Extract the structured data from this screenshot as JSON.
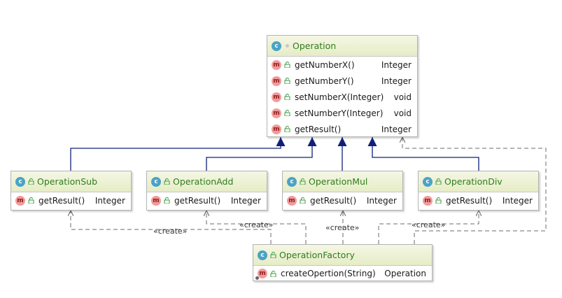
{
  "classes": {
    "operation": {
      "name": "Operation",
      "methods": [
        {
          "name": "getNumberX()",
          "type": "Integer"
        },
        {
          "name": "getNumberY()",
          "type": "Integer"
        },
        {
          "name": "setNumberX(Integer)",
          "type": "void"
        },
        {
          "name": "setNumberY(Integer)",
          "type": "void"
        },
        {
          "name": "getResult()",
          "type": "Integer"
        }
      ]
    },
    "sub": {
      "name": "OperationSub",
      "methods": [
        {
          "name": "getResult()",
          "type": "Integer"
        }
      ]
    },
    "add": {
      "name": "OperationAdd",
      "methods": [
        {
          "name": "getResult()",
          "type": "Integer"
        }
      ]
    },
    "mul": {
      "name": "OperationMul",
      "methods": [
        {
          "name": "getResult()",
          "type": "Integer"
        }
      ]
    },
    "div": {
      "name": "OperationDiv",
      "methods": [
        {
          "name": "getResult()",
          "type": "Integer"
        }
      ]
    },
    "factory": {
      "name": "OperationFactory",
      "methods": [
        {
          "name": "createOpertion(String)",
          "type": "Operation"
        }
      ]
    }
  },
  "badges": {
    "class_letter": "c",
    "method_letter": "m"
  },
  "edge_labels": {
    "create_sub": "«create»",
    "create_add": "«create»",
    "create_mul": "«create»",
    "create_div": "«create»"
  },
  "colors": {
    "class_name": "#2e7d1c",
    "header_top": "#f5f7e4",
    "header_bottom": "#e6ecc6",
    "inheritance_arrow": "#10207a",
    "dependency_line": "#6b6b6b",
    "class_badge": "#4aa3c6",
    "method_badge": "#f29a9a"
  },
  "icons": {
    "class_badge": "class-c-badge-icon",
    "method_badge": "method-m-badge-icon",
    "public_visibility": "public-lock-icon"
  }
}
